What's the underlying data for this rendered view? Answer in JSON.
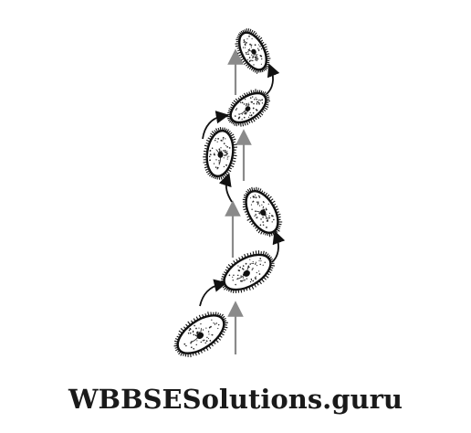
{
  "watermark": {
    "text": "WBBSESolutions.guru"
  },
  "colors": {
    "background": "#ffffff",
    "cell_outline": "#111111",
    "cilia": "#111111",
    "stipple": "#222222",
    "direction_arrow": "#8a8a8a",
    "rotation_arrow": "#111111"
  },
  "figure": {
    "subject": "paramecium-swimming-rotation-sequence",
    "stages": 6
  }
}
